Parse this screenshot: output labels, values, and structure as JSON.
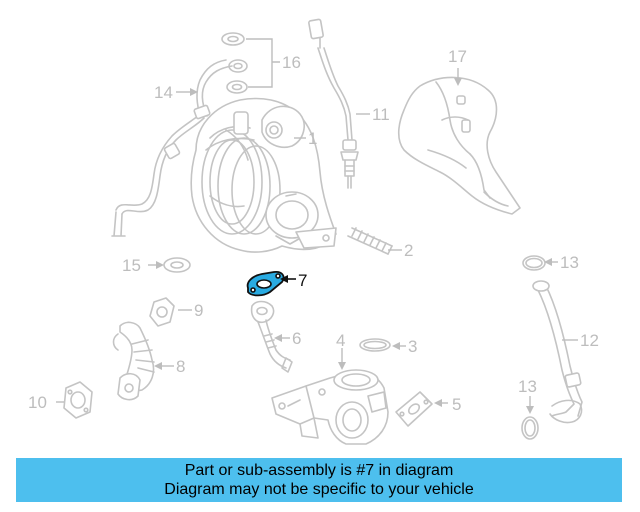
{
  "callouts": {
    "c1": "1",
    "c2": "2",
    "c3": "3",
    "c4": "4",
    "c5": "5",
    "c6": "6",
    "c7": "7",
    "c8": "8",
    "c9": "9",
    "c10": "10",
    "c11": "11",
    "c12": "12",
    "c13a": "13",
    "c13b": "13",
    "c14": "14",
    "c15": "15",
    "c16": "16",
    "c17": "17"
  },
  "highlight": {
    "part_number": "7",
    "color": "#29abe2"
  },
  "colors": {
    "line_art": "#c4c4c4",
    "banner_bg": "#4dbfee",
    "callout_text": "#bdbdbd"
  },
  "banner": {
    "line1": "Part or sub-assembly is #7 in diagram",
    "line2": "Diagram may not be specific to your vehicle"
  }
}
